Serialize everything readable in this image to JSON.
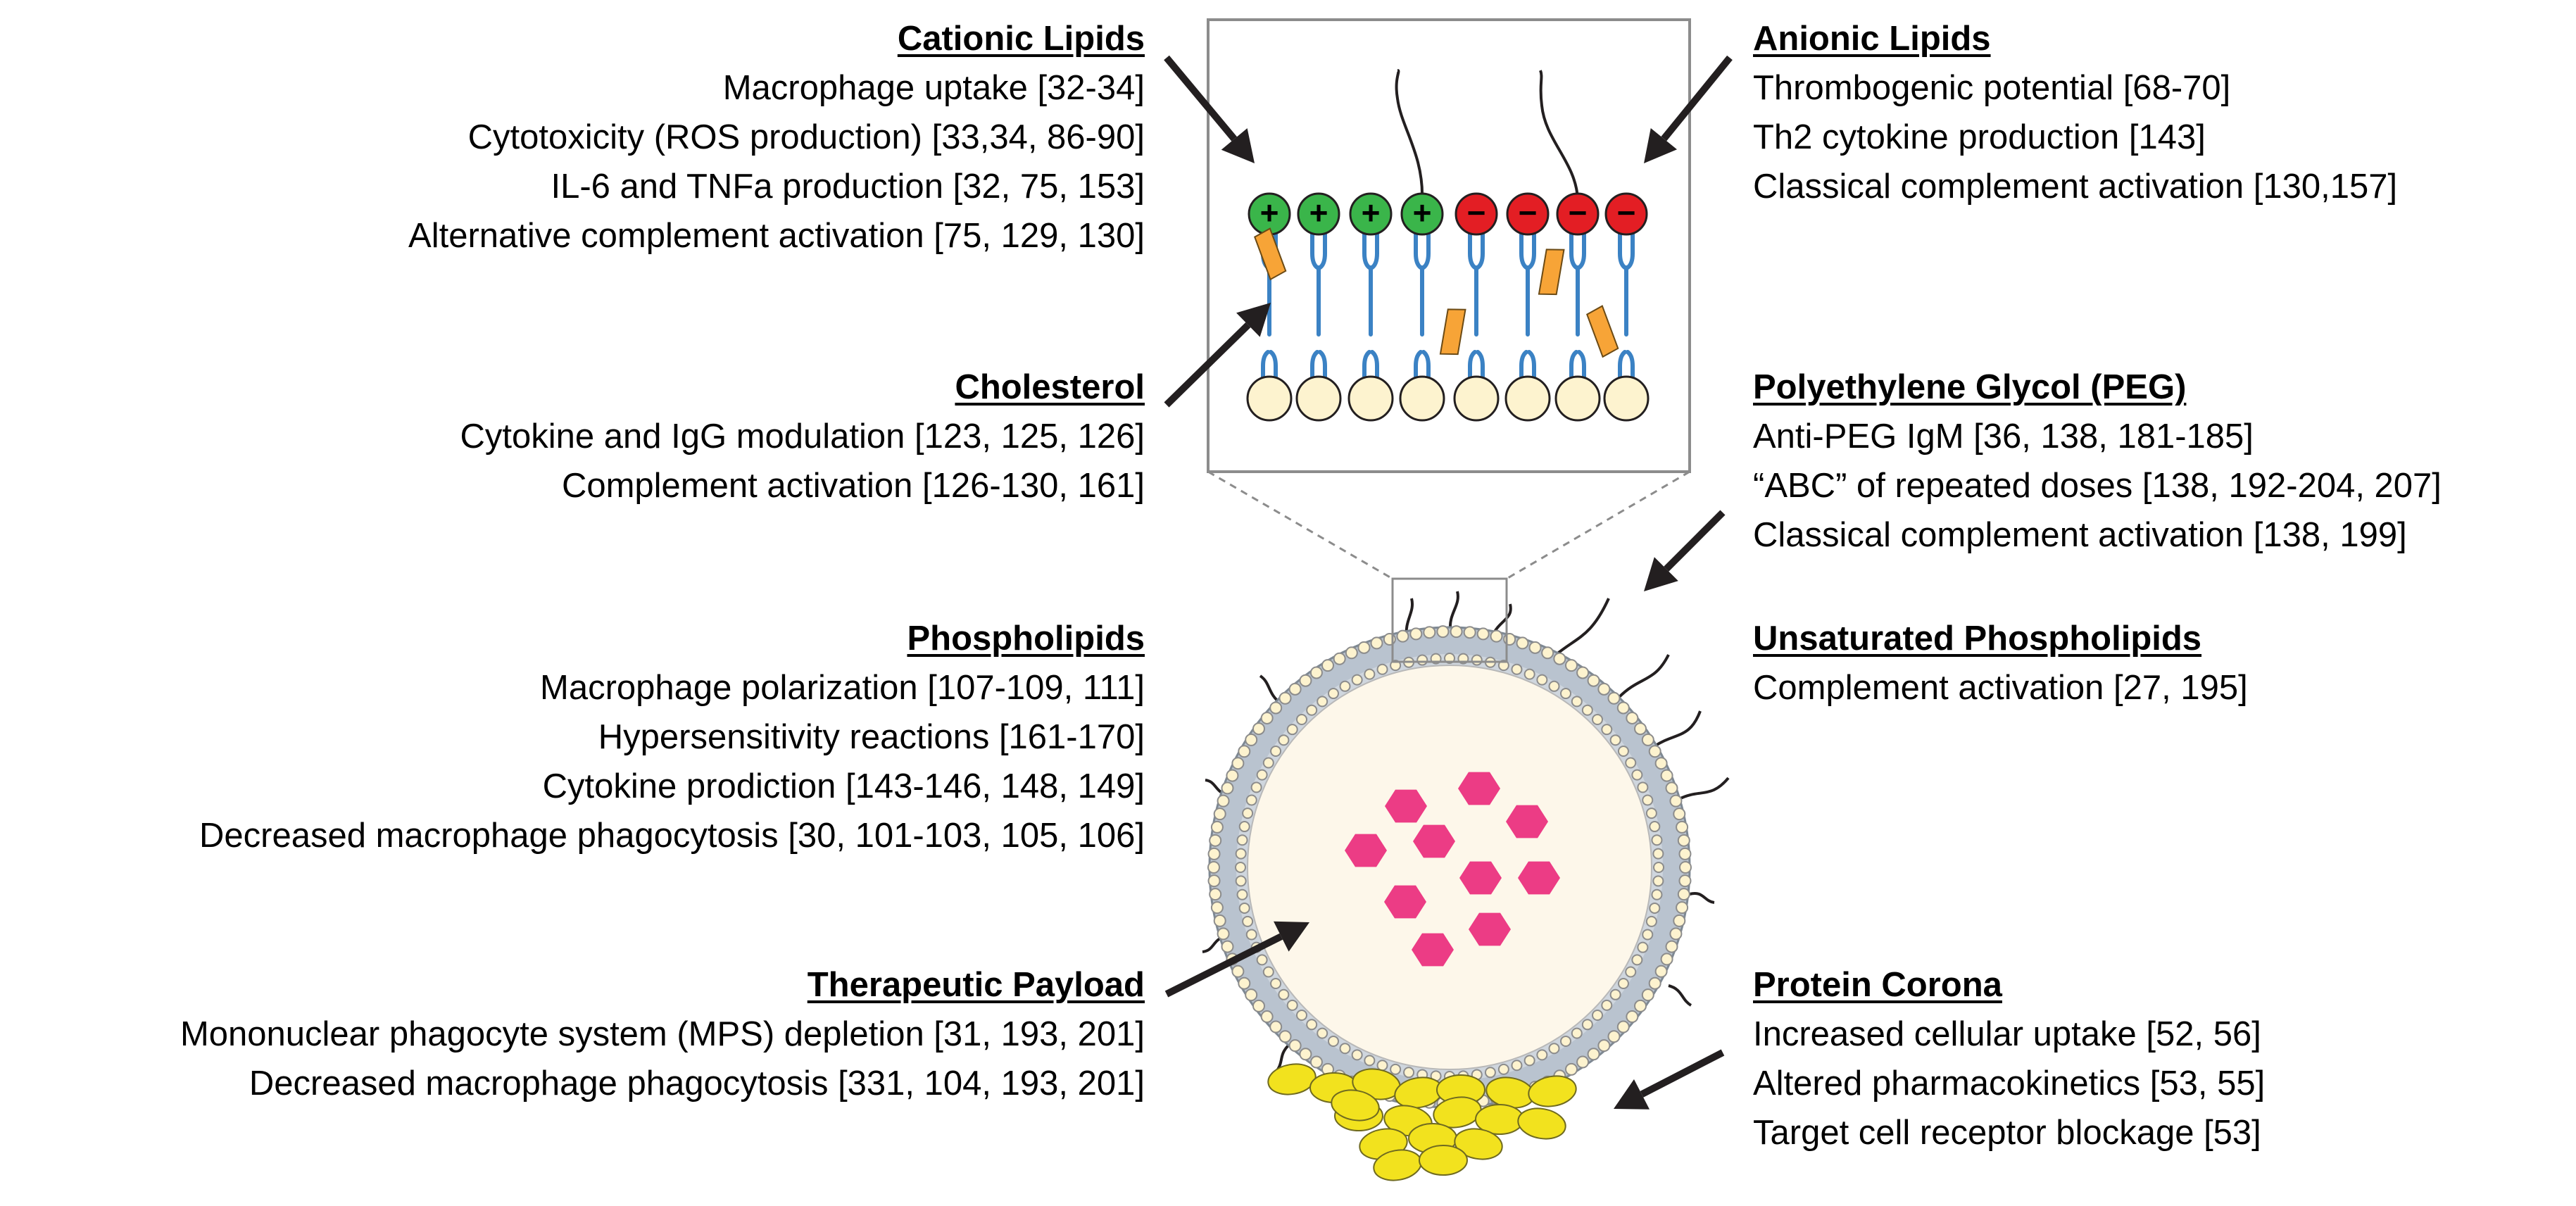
{
  "sections": {
    "cationic_lipids": {
      "title": "Cationic Lipids",
      "lines": [
        "Macrophage uptake [32-34]",
        "Cytotoxicity (ROS production) [33,34, 86-90]",
        "IL-6 and TNFa production [32, 75, 153]",
        "Alternative complement activation [75, 129, 130]"
      ]
    },
    "cholesterol": {
      "title": "Cholesterol",
      "lines": [
        "Cytokine and IgG modulation [123, 125, 126]",
        "Complement activation [126-130, 161]"
      ]
    },
    "phospholipids": {
      "title": "Phospholipids",
      "lines": [
        "Macrophage polarization [107-109, 111]",
        "Hypersensitivity reactions [161-170]",
        "Cytokine prodiction [143-146, 148, 149]",
        "Decreased macrophage phagocytosis [30, 101-103, 105, 106]"
      ]
    },
    "therapeutic_payload": {
      "title": "Therapeutic Payload",
      "lines": [
        "Mononuclear phagocyte system (MPS) depletion [31, 193, 201]",
        "Decreased macrophage phagocytosis [331, 104, 193, 201]"
      ]
    },
    "anionic_lipids": {
      "title": "Anionic Lipids",
      "lines": [
        "Thrombogenic potential [68-70]",
        "Th2 cytokine production [143]",
        "Classical complement activation [130,157]"
      ]
    },
    "peg": {
      "title": "Polyethylene Glycol (PEG)",
      "lines": [
        "Anti-PEG IgM [36, 138, 181-185]",
        "“ABC” of repeated doses [138, 192-204, 207]",
        "Classical complement activation [138, 199]"
      ]
    },
    "unsaturated_phospholipids": {
      "title": "Unsaturated Phospholipids",
      "lines": [
        "Complement activation [27, 195]"
      ]
    },
    "protein_corona": {
      "title": "Protein Corona",
      "lines": [
        "Increased cellular uptake [52, 56]",
        "Altered pharmacokinetics [53, 55]",
        "Target cell receptor blockage [53]"
      ]
    }
  },
  "symbols": {
    "plus": "+",
    "minus": "−"
  },
  "colors": {
    "cationic": "#3ab54a",
    "anionic": "#e31e24",
    "tail": "#3b82c4",
    "cholesterol": "#f7a437",
    "payload": "#ec3c85",
    "corona": "#f2e21e",
    "nanoparticle": "#fdf7ea",
    "headgroup": "#fdf3cf"
  },
  "icons": [
    "arrow-icon",
    "lipid-bilayer-icon",
    "nanoparticle-icon",
    "payload-hexagon-icon",
    "protein-ellipse-icon"
  ]
}
